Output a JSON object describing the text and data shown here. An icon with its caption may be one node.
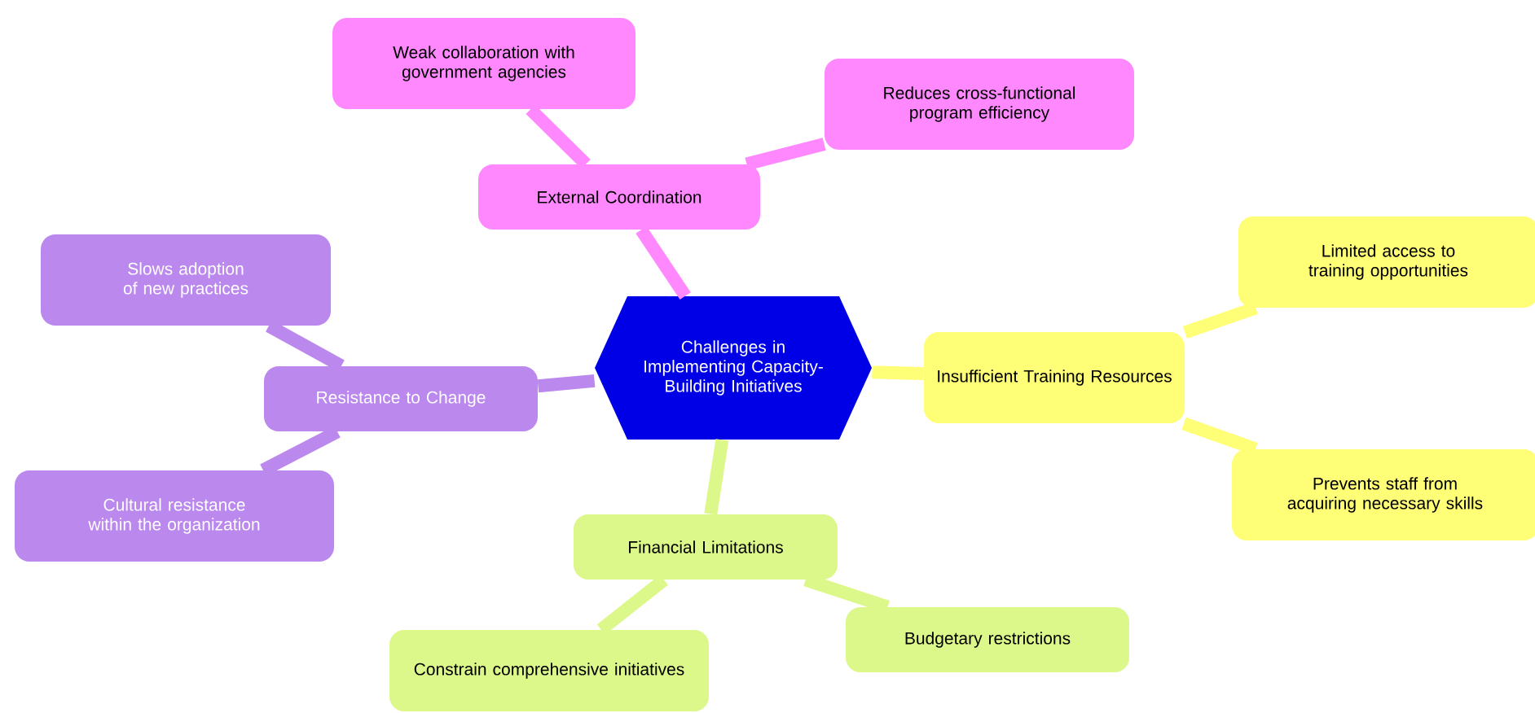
{
  "diagram": {
    "nodes": [
      {
        "text": [
          "Challenges in Implementing Capacity-Building Initiatives"
        ]
      },
      {
        "text": [
          "External Coordination"
        ]
      },
      {
        "text": [
          "Weak collaboration with government agencies"
        ]
      },
      {
        "text": [
          "Reduces cross-functional program efficiency"
        ]
      },
      {
        "text": [
          "Insufficient Training Resources"
        ]
      },
      {
        "text": [
          "Limited access to training opportunities"
        ]
      },
      {
        "text": [
          "Prevents staff from acquiring necessary skills"
        ]
      },
      {
        "text": [
          "Financial Limitations"
        ]
      },
      {
        "text": [
          "Budgetary restrictions"
        ]
      },
      {
        "text": [
          "Constrain comprehensive initiatives"
        ]
      },
      {
        "text": [
          "Resistance to Change"
        ]
      },
      {
        "text": [
          "Slows adoption of new practices"
        ]
      },
      {
        "text": [
          "Cultural resistance within the organization"
        ]
      }
    ],
    "edges": [
      {
        "from": 0,
        "to": 1,
        "arrow": "none",
        "color": "#ff88ff"
      },
      {
        "from": 1,
        "to": 2,
        "arrow": "none",
        "color": "#ff88ff"
      },
      {
        "from": 1,
        "to": 3,
        "arrow": "none",
        "color": "#ff88ff"
      },
      {
        "from": 0,
        "to": 4,
        "arrow": "none",
        "color": "#ffff77"
      },
      {
        "from": 4,
        "to": 5,
        "arrow": "none",
        "color": "#ffff77"
      },
      {
        "from": 4,
        "to": 6,
        "arrow": "none",
        "color": "#ffff77"
      },
      {
        "from": 0,
        "to": 7,
        "arrow": "none",
        "color": "#ddf88a"
      },
      {
        "from": 7,
        "to": 8,
        "arrow": "none",
        "color": "#ddf88a"
      },
      {
        "from": 7,
        "to": 9,
        "arrow": "none",
        "color": "#ddf88a"
      },
      {
        "from": 0,
        "to": 10,
        "arrow": "none",
        "color": "#bb88ee"
      },
      {
        "from": 10,
        "to": 11,
        "arrow": "none",
        "color": "#bb88ee"
      },
      {
        "from": 10,
        "to": 12,
        "arrow": "none",
        "color": "#bb88ee"
      }
    ]
  }
}
